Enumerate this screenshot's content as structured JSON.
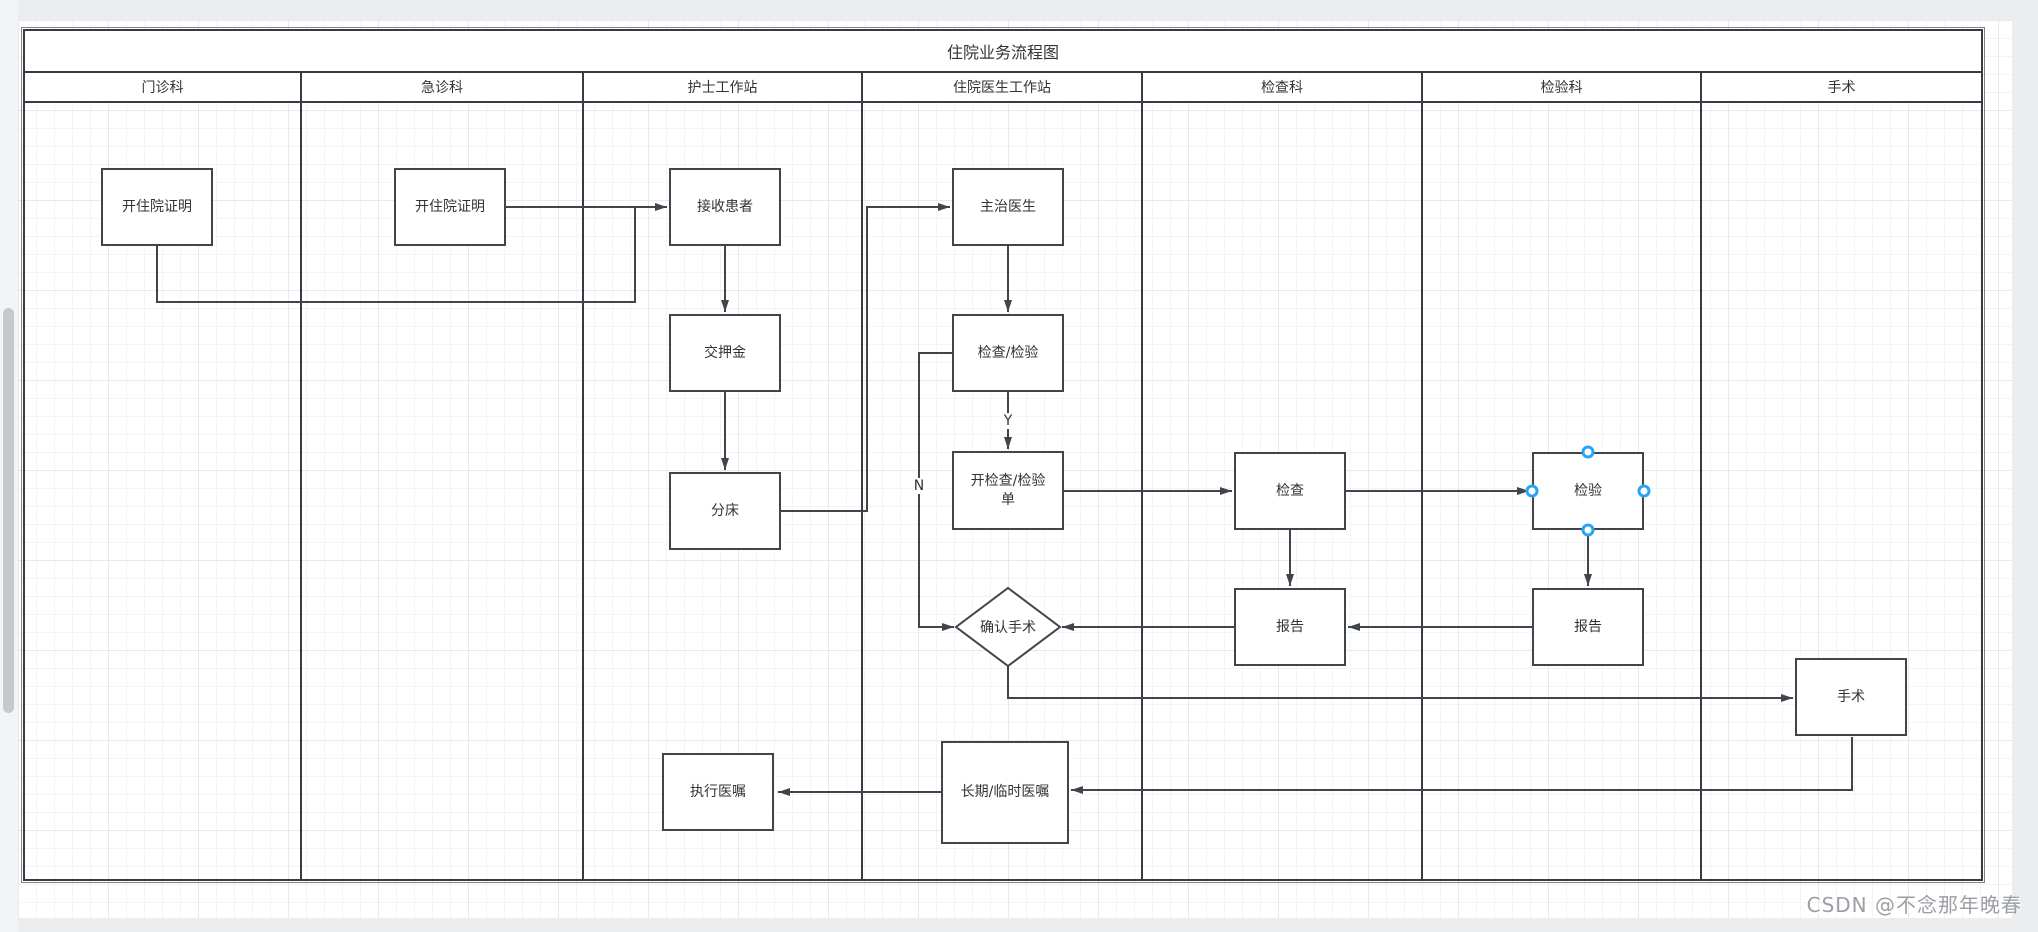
{
  "diagram": {
    "title": "住院业务流程图",
    "lanes": [
      "门诊科",
      "急诊科",
      "护士工作站",
      "住院医生工作站",
      "检查科",
      "检验科",
      "手术"
    ],
    "nodes": {
      "outpatient_cert": "开住院证明",
      "emergency_cert": "开住院证明",
      "receive_patient": "接收患者",
      "pay_deposit": "交押金",
      "assign_bed": "分床",
      "attending_doctor": "主治医生",
      "exam_or_test": "检查/检验",
      "order_exam_test": "开检查/检验\n单",
      "confirm_surgery": "确认手术",
      "exam": "检查",
      "exam_report": "报告",
      "lab_test": "检验",
      "lab_report": "报告",
      "surgery": "手术",
      "long_term_orders": "长期/临时医嘱",
      "execute_orders": "执行医嘱"
    },
    "edge_labels": {
      "yes": "Y",
      "no": "N"
    }
  },
  "watermark": "CSDN @不念那年晚春",
  "colors": {
    "line": "#40454b",
    "pool_border": "#373c43",
    "selection_handle": "#2aa4f4",
    "grid_minor": "#f3f4f6",
    "grid_major": "#e7e9eb",
    "gutter": "#ebedee",
    "watermark_gray": "#9b9ea3"
  }
}
